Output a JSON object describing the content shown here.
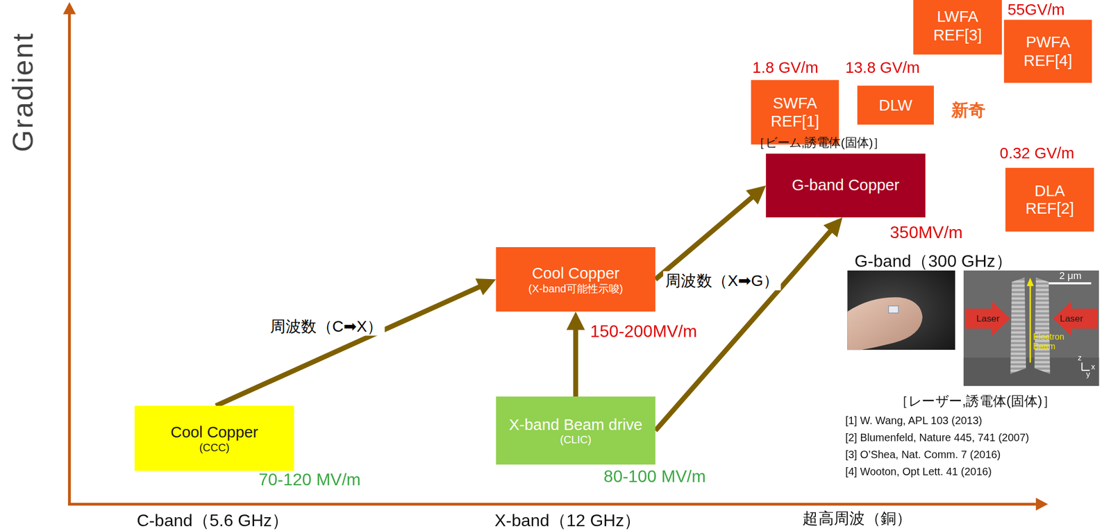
{
  "diagram": {
    "nodes": [
      {
        "text": [
          "Cool Copper",
          "(CCC)"
        ]
      },
      {
        "text": [
          "X-band Beam drive",
          "(CLIC)"
        ]
      },
      {
        "text": [
          "Cool Copper",
          "(X-band可能性示唆)"
        ]
      },
      {
        "text": [
          "G-band Copper"
        ]
      },
      {
        "text": [
          "SWFA",
          "REF[1]"
        ]
      },
      {
        "text": [
          "DLW"
        ]
      },
      {
        "text": [
          "LWFA",
          "REF[3]"
        ]
      },
      {
        "text": [
          "PWFA",
          "REF[4]"
        ]
      },
      {
        "text": [
          "DLA",
          "REF[2]"
        ]
      }
    ],
    "edges": [
      {
        "from": 0,
        "to": 2,
        "arrow": "to",
        "label": "周波数（C➡X）"
      },
      {
        "from": 1,
        "to": 2,
        "arrow": "to"
      },
      {
        "from": 2,
        "to": 3,
        "arrow": "to",
        "label": "周波数（X➡G）"
      },
      {
        "from": 1,
        "to": 3,
        "arrow": "to"
      }
    ],
    "labels": [
      "Gradient",
      "C-band（5.6 GHz）",
      "X-band（12 GHz）",
      "超高周波（銅）",
      "70-120 MV/m",
      "80-100 MV/m",
      "150-200MV/m",
      "350MV/m",
      "1.8 GV/m",
      "13.8 GV/m",
      "55GV/m",
      "0.32 GV/m",
      "新奇",
      "［ビーム,誘電体(固体)］",
      "G-band（300 GHz）",
      "［レーザー,誘電体(固体)］",
      "[1] W. Wang, APL 103 (2013)",
      "[2] Blumenfeld, Nature 445, 741 (2007)",
      "[3] O’Shea, Nat. Comm. 7 (2016)",
      "[4] Wooton, Opt Lett. 41 (2016)",
      "2 μm",
      "Laser",
      "Laser",
      "Electron Beam",
      "z",
      "x",
      "y"
    ]
  }
}
